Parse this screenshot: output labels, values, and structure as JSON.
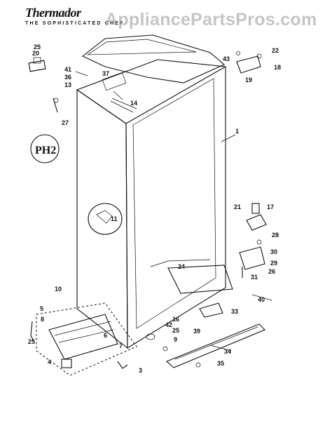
{
  "header": {
    "brand": "Thermador",
    "tagline": "THE SOPHISTICATED CHEF",
    "watermark": "AppliancePartsPros.com"
  },
  "badge": {
    "text": "PH2"
  },
  "callouts": [
    "1",
    "3",
    "4",
    "5",
    "6",
    "7",
    "8",
    "9",
    "10",
    "11",
    "13",
    "14",
    "16",
    "17",
    "18",
    "19",
    "20",
    "21",
    "22",
    "24",
    "25",
    "25",
    "25",
    "26",
    "27",
    "28",
    "29",
    "30",
    "31",
    "33",
    "34",
    "35",
    "36",
    "37",
    "39",
    "40",
    "41",
    "42",
    "43"
  ],
  "footer": {
    "code": ""
  }
}
